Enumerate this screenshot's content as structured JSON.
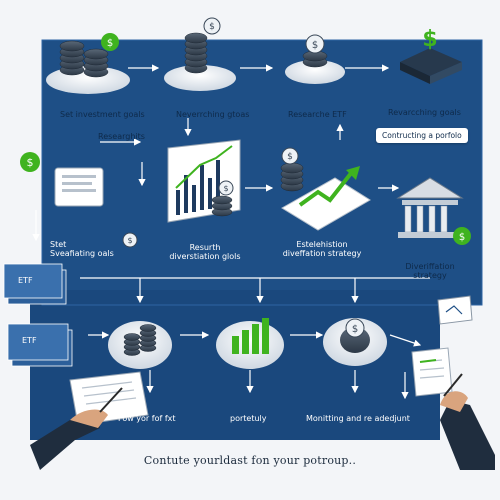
{
  "labels": {
    "set_goals": "Set investment goals",
    "researching": "Researghits",
    "nevrerching": "Neverrching gtoas",
    "research_etf": "Researche ETF",
    "revarching": "Revarcching goals",
    "constructing": "Contructing a porfolo",
    "stet": "Stet\nSveafiating oals",
    "resurth": "Resurth\ndiverstiation glols",
    "estelish": "Estelehistion\ndiveffation strategy",
    "diverf": "Diveriffation\nstrategy",
    "fow": "Fow yor fof fxt",
    "portetuly": "portetuly",
    "monitting": "Monitting and re adedjunt"
  },
  "etf_labels": [
    "ETF",
    "ETF"
  ],
  "caption": "Contute yourldast fon your  potroup..",
  "colors": {
    "panel": "#1e4f86",
    "panel_dark": "#163f6f",
    "accent": "#3fb31f",
    "coin": "#3a4858",
    "arrow": "#ffffff"
  },
  "icons": [
    "coin-stack-icon",
    "dollar-coin-icon",
    "bar-chart-icon",
    "trend-arrow-icon",
    "bank-building-icon",
    "document-icon",
    "hand-pen-icon"
  ]
}
